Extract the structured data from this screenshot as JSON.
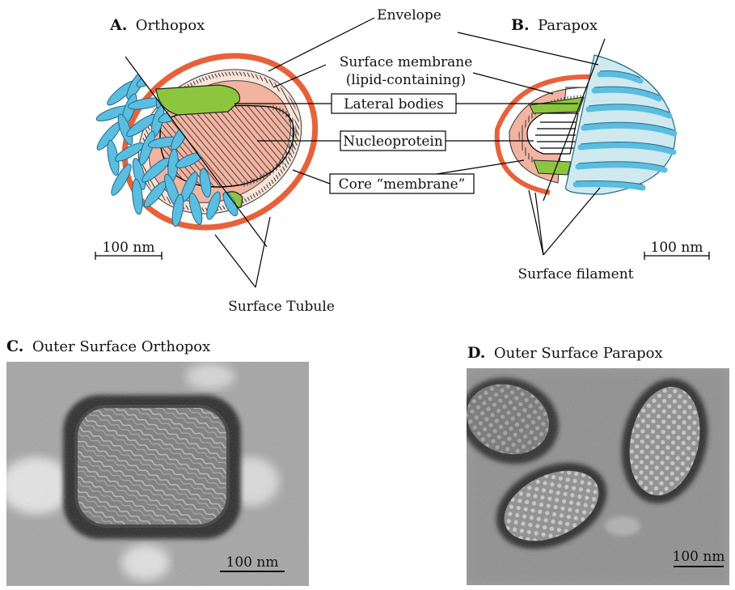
{
  "panels": {
    "a": {
      "letter": "A.",
      "title": "Orthopox"
    },
    "b": {
      "letter": "B.",
      "title": "Parapox"
    },
    "c": {
      "letter": "C.",
      "title": "Outer Surface Orthopox"
    },
    "d": {
      "letter": "D.",
      "title": "Outer Surface Parapox"
    }
  },
  "labels": {
    "envelope": "Envelope",
    "surface_membrane_1": "Surface membrane",
    "surface_membrane_2": "(lipid-containing)",
    "lateral_bodies": "Lateral bodies",
    "nucleoprotein": "Nucleoprotein",
    "core_membrane": "Core “membrane”",
    "surface_tubule": "Surface Tubule",
    "surface_filament": "Surface filament"
  },
  "scale_bars": {
    "a": "100 nm",
    "b": "100 nm",
    "c": "100 nm",
    "d": "100 nm"
  },
  "colors": {
    "envelope": "#e8613a",
    "membrane": "#f2b3a0",
    "lateral_bodies": "#8cc63f",
    "tubules": "#5bbde0",
    "filament_fill": "#cfe9ee",
    "micrograph_bg": "#a9a9a9",
    "micrograph_dark": "#2b2b2b"
  }
}
